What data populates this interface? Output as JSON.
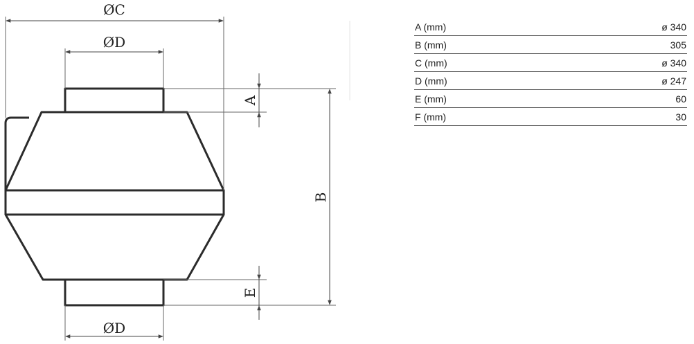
{
  "drawing": {
    "labels": {
      "c_top": "ØC",
      "d_top": "ØD",
      "d_bottom": "ØD",
      "a": "A",
      "b": "B",
      "e": "E"
    }
  },
  "table": {
    "rows": [
      {
        "label": "A (mm)",
        "value": "ø 340"
      },
      {
        "label": "B (mm)",
        "value": "305"
      },
      {
        "label": "C (mm)",
        "value": "ø 340"
      },
      {
        "label": "D (mm)",
        "value": "ø 247"
      },
      {
        "label": "E (mm)",
        "value": "60"
      },
      {
        "label": "F (mm)",
        "value": "30"
      }
    ]
  }
}
